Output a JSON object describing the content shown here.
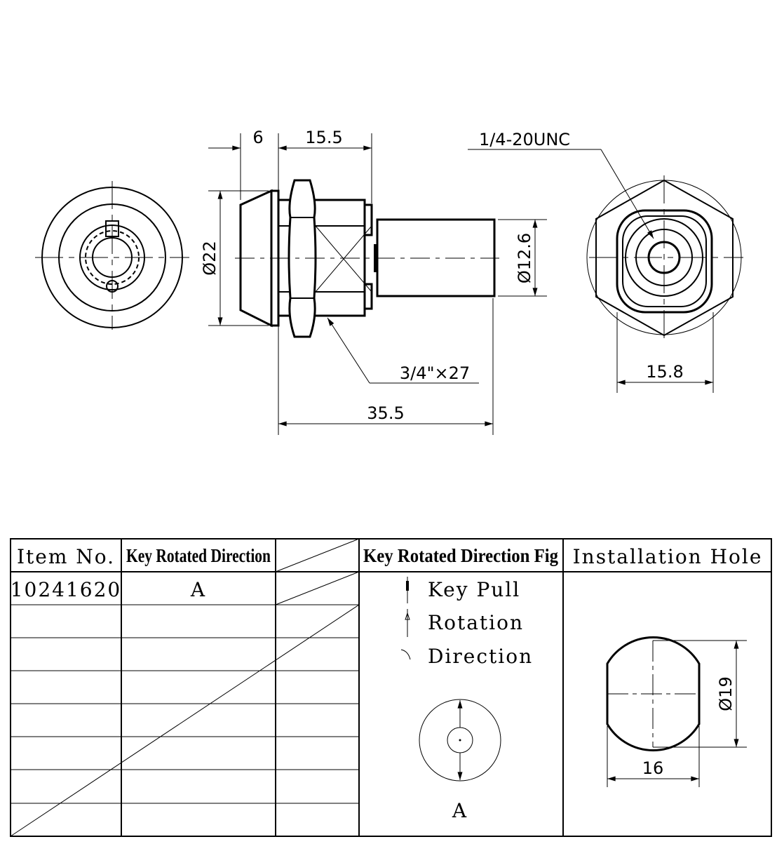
{
  "drawing": {
    "dimensions": {
      "cap_width": "6",
      "thread_length": "15.5",
      "cap_diameter": "Ø22",
      "cam_diameter": "Ø12.6",
      "thread_spec": "3/4\"×27",
      "body_length": "35.5",
      "screw_spec": "1/4-20UNC",
      "hex_flat": "15.8"
    }
  },
  "table": {
    "headers": [
      "Item No.",
      "Key Rotated Direction",
      "",
      "Key Rotated Direction Fig",
      "Installation Hole"
    ],
    "rows": [
      {
        "item_no": "10241620",
        "direction": "A"
      }
    ],
    "legend": {
      "key_pull": "Key Pull",
      "rotation": "Rotation",
      "direction": "Direction"
    },
    "fig_label": "A",
    "hole": {
      "diameter": "Ø19",
      "width": "16"
    }
  }
}
